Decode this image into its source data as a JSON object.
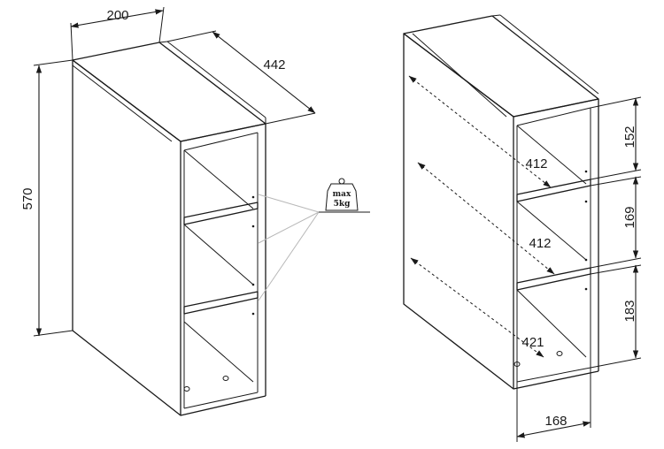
{
  "left_view": {
    "dimensions": {
      "width": "200",
      "depth": "442",
      "height": "570"
    },
    "load_badge": {
      "line1": "max",
      "line2": "5kg",
      "icon": "weight-icon"
    }
  },
  "right_view": {
    "dimensions": {
      "shelf_depth_top": "412",
      "shelf_depth_middle": "412",
      "shelf_depth_bottom": "421",
      "compartment_top": "152",
      "compartment_middle": "169",
      "compartment_bottom": "183",
      "inner_width": "168"
    }
  },
  "colors": {
    "line": "#1a1a1a",
    "leader": "#b8b8b8",
    "background": "#ffffff"
  }
}
